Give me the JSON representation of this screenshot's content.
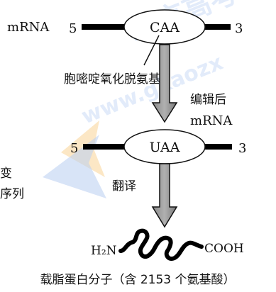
{
  "mrna_top": {
    "label": "mRNA",
    "five_prime": "5",
    "codon": "CAA",
    "three_prime": "3"
  },
  "enzyme_label": "胞嘧啶氧化脱氨基",
  "edited_label_line1": "编辑后",
  "edited_label_line2": "mRNA",
  "mrna_bottom": {
    "five_prime": "5",
    "codon": "UAA",
    "three_prime": "3"
  },
  "translation_label": "翻译",
  "protein": {
    "n_terminus": "H₂N",
    "c_terminus": "COOH",
    "caption": "载脂蛋白分子（含 2153 个氨基酸）"
  },
  "side_fragments": [
    "变",
    "序列"
  ],
  "watermark": {
    "text_lines": [
      "北京高考",
      "www.gkaozx"
    ],
    "colors": {
      "blue": "#2b6fd6",
      "orange": "#f6a623"
    }
  }
}
